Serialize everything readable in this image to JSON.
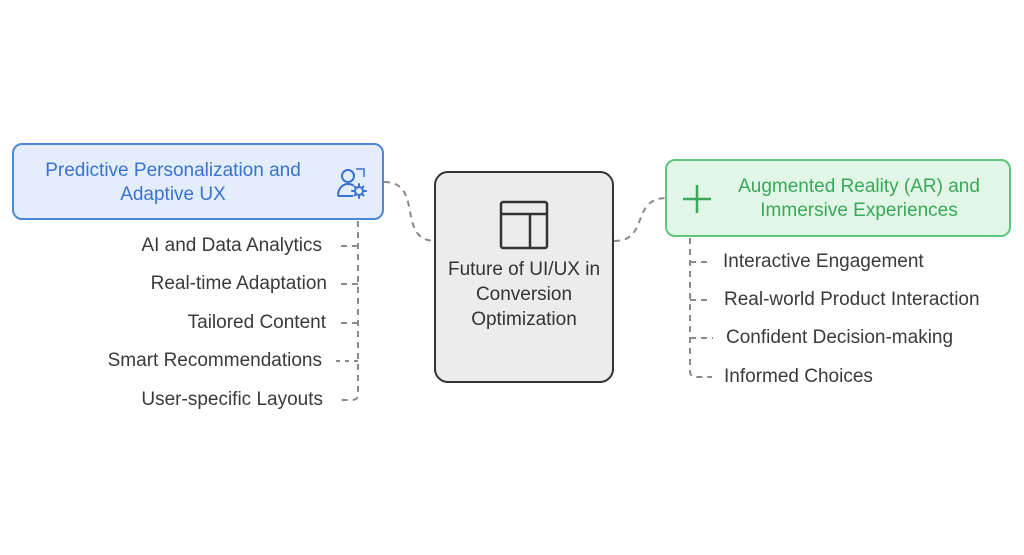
{
  "center": {
    "title": "Future of UI/UX in Conversion Optimization",
    "icon": "layout-icon"
  },
  "left_branch": {
    "title": "Predictive Personalization and Adaptive UX",
    "icon": "user-gear-icon",
    "accent_color": "#4f86d8",
    "fill_color": "#e3edfb",
    "items": [
      "AI and Data Analytics",
      "Real-time Adaptation",
      "Tailored Content",
      "Smart Recommendations",
      "User-specific Layouts"
    ]
  },
  "right_branch": {
    "title": "Augmented Reality (AR) and Immersive Experiences",
    "icon": "plus-icon",
    "accent_color": "#5ec77b",
    "fill_color": "#e2f6e7",
    "items": [
      "Interactive Engagement",
      "Real-world Product Interaction",
      "Confident Decision-making",
      "Informed Choices"
    ]
  }
}
